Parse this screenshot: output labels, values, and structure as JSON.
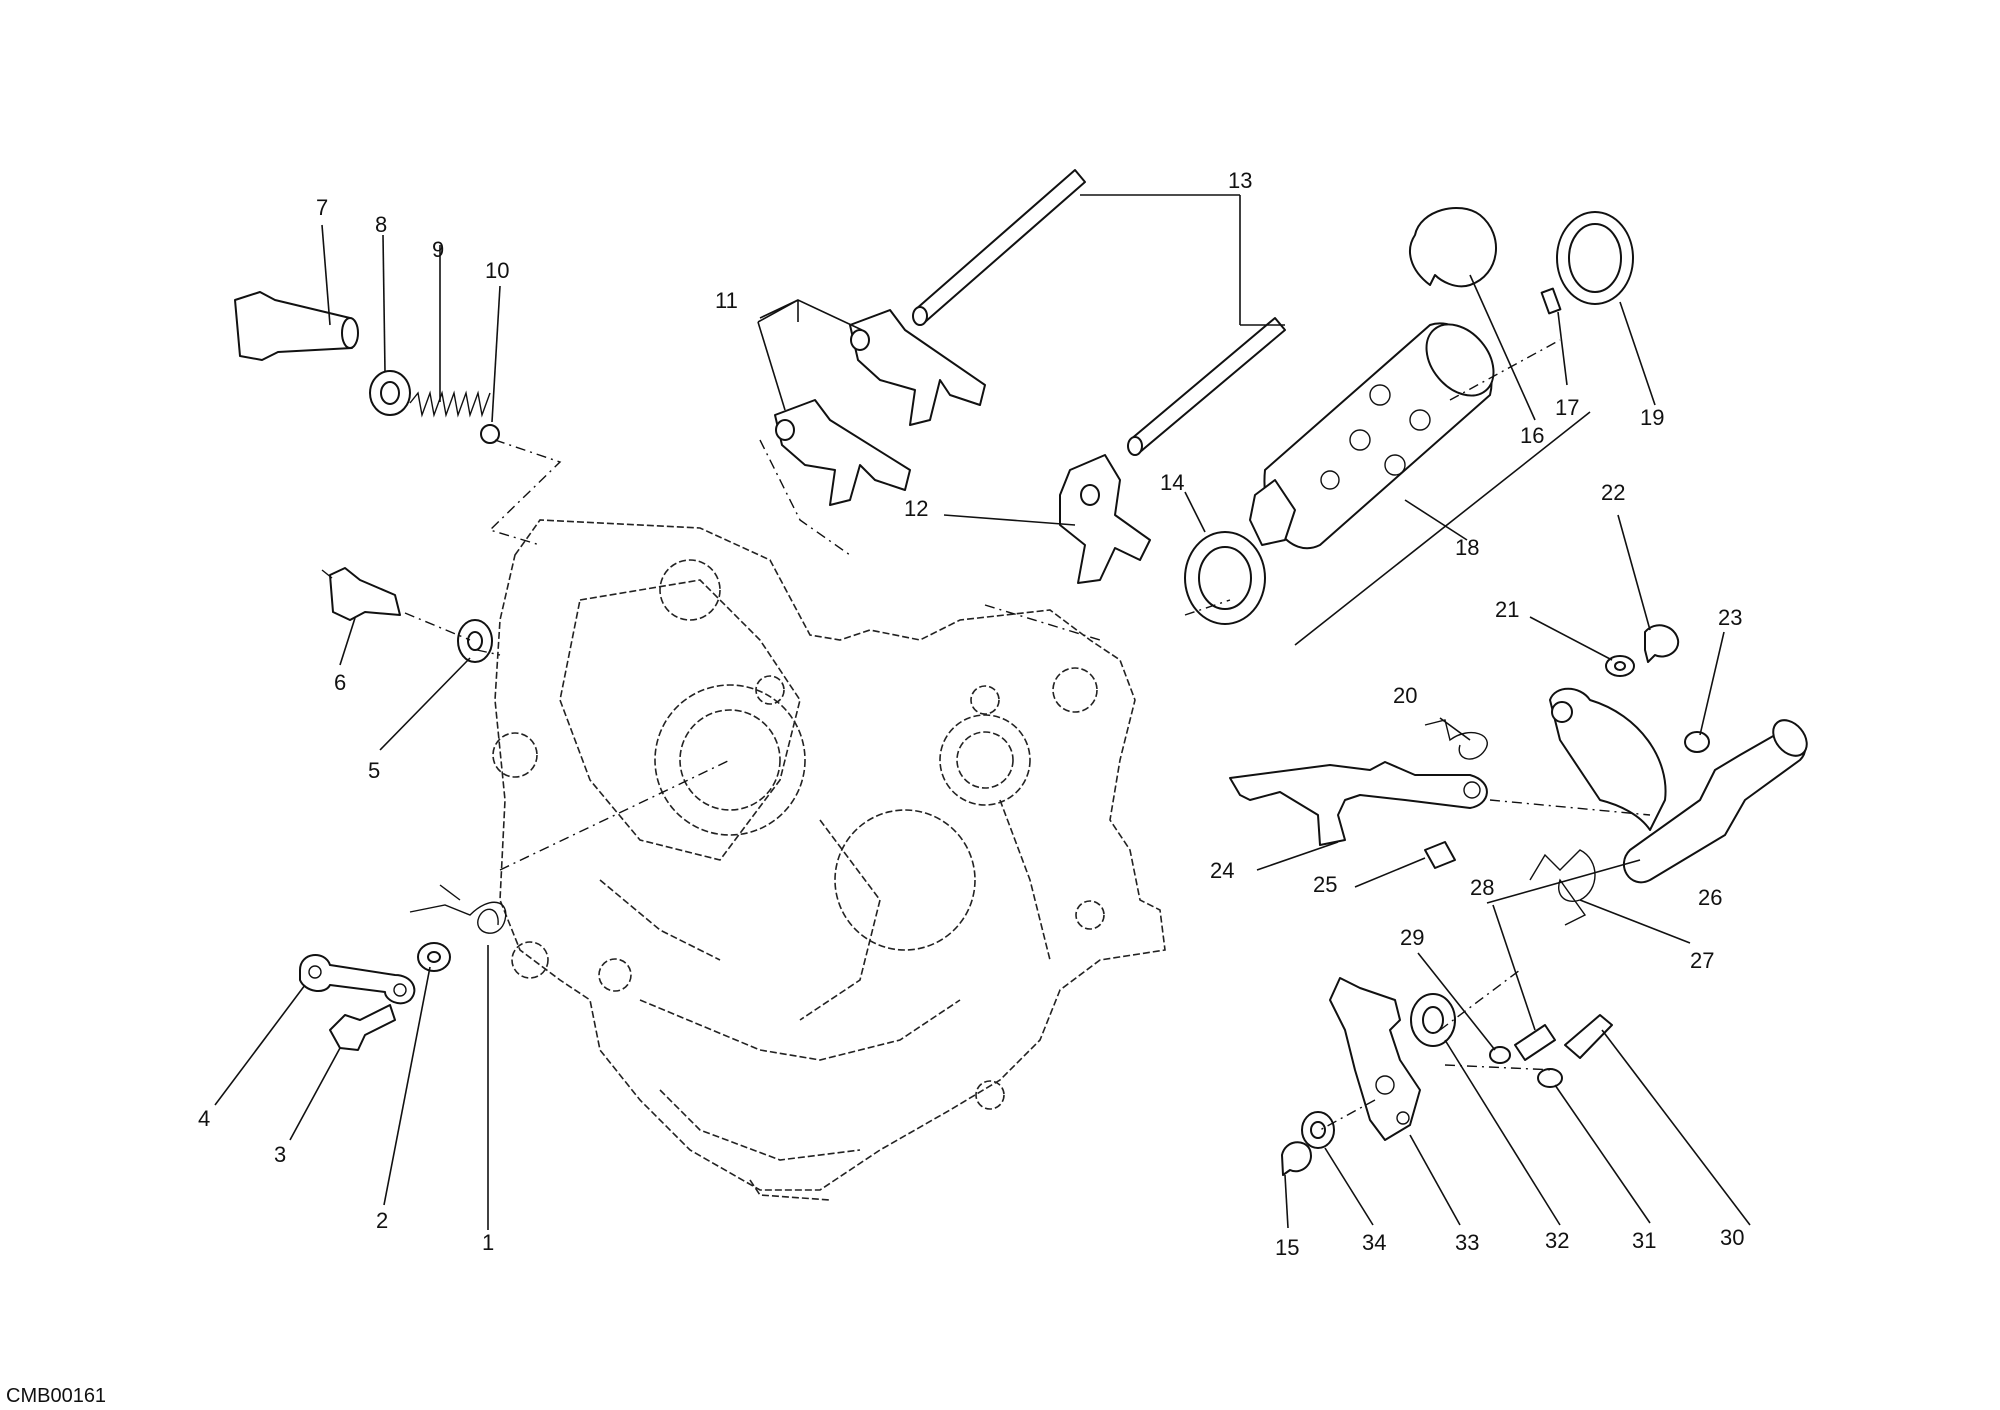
{
  "drawing_code": "CMB00161",
  "callouts": [
    {
      "id": "1"
    },
    {
      "id": "2"
    },
    {
      "id": "3"
    },
    {
      "id": "4"
    },
    {
      "id": "5"
    },
    {
      "id": "6"
    },
    {
      "id": "7"
    },
    {
      "id": "8"
    },
    {
      "id": "9"
    },
    {
      "id": "10"
    },
    {
      "id": "11"
    },
    {
      "id": "12"
    },
    {
      "id": "13"
    },
    {
      "id": "14"
    },
    {
      "id": "15"
    },
    {
      "id": "16"
    },
    {
      "id": "17"
    },
    {
      "id": "18"
    },
    {
      "id": "19"
    },
    {
      "id": "20"
    },
    {
      "id": "21"
    },
    {
      "id": "22"
    },
    {
      "id": "23"
    },
    {
      "id": "24"
    },
    {
      "id": "25"
    },
    {
      "id": "26"
    },
    {
      "id": "27"
    },
    {
      "id": "28"
    },
    {
      "id": "29"
    },
    {
      "id": "30"
    },
    {
      "id": "31"
    },
    {
      "id": "32"
    },
    {
      "id": "33"
    },
    {
      "id": "34"
    }
  ]
}
